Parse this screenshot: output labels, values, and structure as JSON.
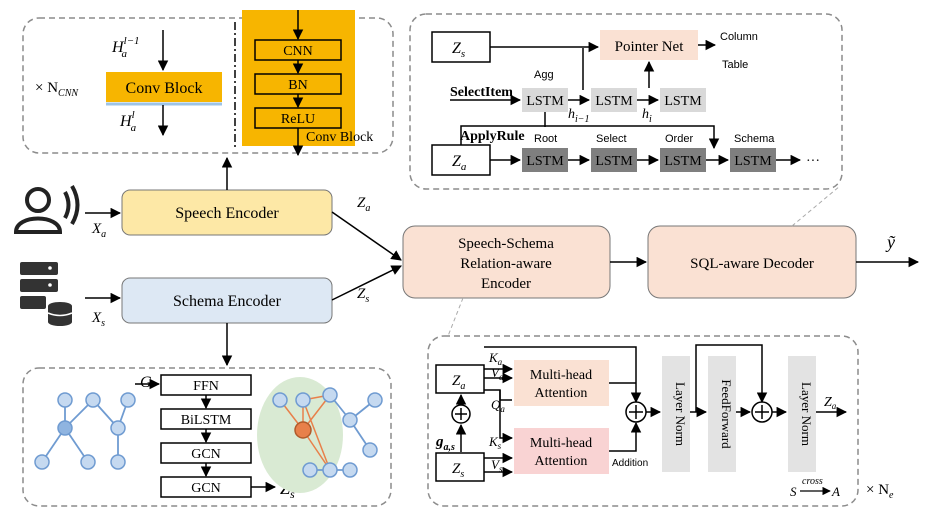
{
  "cnn_panel": {
    "h_in": "H",
    "h_in_sub": "a",
    "h_in_sup": "l−1",
    "h_out": "H",
    "h_out_sub": "a",
    "h_out_sup": "l",
    "repeat": "× N",
    "repeat_sub": "CNN",
    "conv_block": "Conv Block",
    "cnn": "CNN",
    "bn": "BN",
    "relu": "ReLU",
    "conv_block_caption": "Conv Block"
  },
  "main": {
    "speech_encoder": "Speech Encoder",
    "schema_encoder": "Schema Encoder",
    "xa": "X",
    "xa_sub": "a",
    "xs": "X",
    "xs_sub": "s",
    "za": "Z",
    "za_sub": "a",
    "zs": "Z",
    "zs_sub": "s",
    "relation_encoder": [
      "Speech-Schema",
      "Relation-aware",
      "Encoder"
    ],
    "sql_decoder": "SQL-aware Decoder",
    "output": "ỹ"
  },
  "decoder_panel": {
    "zs": "Z",
    "zs_sub": "s",
    "za": "Z",
    "za_sub": "a",
    "pointer_net": "Pointer Net",
    "column": "Column",
    "table": "Table",
    "agg": "Agg",
    "select_item": "SelectItem",
    "apply_rule": "ApplyRule",
    "lstm": "LSTM",
    "h_prev": "h",
    "h_prev_sub": "i−1",
    "h_cur": "h",
    "h_cur_sub": "i",
    "root": "Root",
    "select": "Select",
    "order": "Order",
    "schema": "Schema",
    "ellipsis": "···"
  },
  "schema_panel": {
    "g": "G",
    "ffn": "FFN",
    "bilstm": "BiLSTM",
    "gcn1": "GCN",
    "gcn2": "GCN",
    "zs": "Z",
    "zs_sub": "s"
  },
  "encoder_panel": {
    "za": "Z",
    "za_sub": "a",
    "zs": "Z",
    "zs_sub": "s",
    "ka": "K",
    "ka_sub": "a",
    "va": "V",
    "va_sub": "a",
    "qa": "Q",
    "qa_sub": "a",
    "ks": "K",
    "ks_sub": "s",
    "vs": "V",
    "vs_sub": "s",
    "mha1": [
      "Multi-head",
      "Attention"
    ],
    "mha2": [
      "Multi-head",
      "Attention"
    ],
    "g_as": "g",
    "g_as_sub": "a,s",
    "addition": "Addition",
    "layer_norm1": "Layer Norm",
    "feedforward": "FeedForward",
    "layer_norm2": "Layer Norm",
    "za_out": "Z",
    "za_out_sub": "a",
    "cross_s": "S",
    "cross_label": "cross",
    "cross_a": "A",
    "repeat": "× N",
    "repeat_sub": "e"
  },
  "colors": {
    "conv_yellow": "#f7b500",
    "speech_yellow": "#fde8a6",
    "schema_blue": "#dde8f4",
    "peach": "#fae1d3",
    "pink": "#f9d3d3",
    "lstm_light": "#d9d9d9",
    "lstm_dark": "#7f7f7f",
    "node_blue": "#c5d9f0",
    "node_orange": "#e8804a",
    "graph_green": "#d9ead3",
    "norm_gray": "#e3e3e3"
  }
}
